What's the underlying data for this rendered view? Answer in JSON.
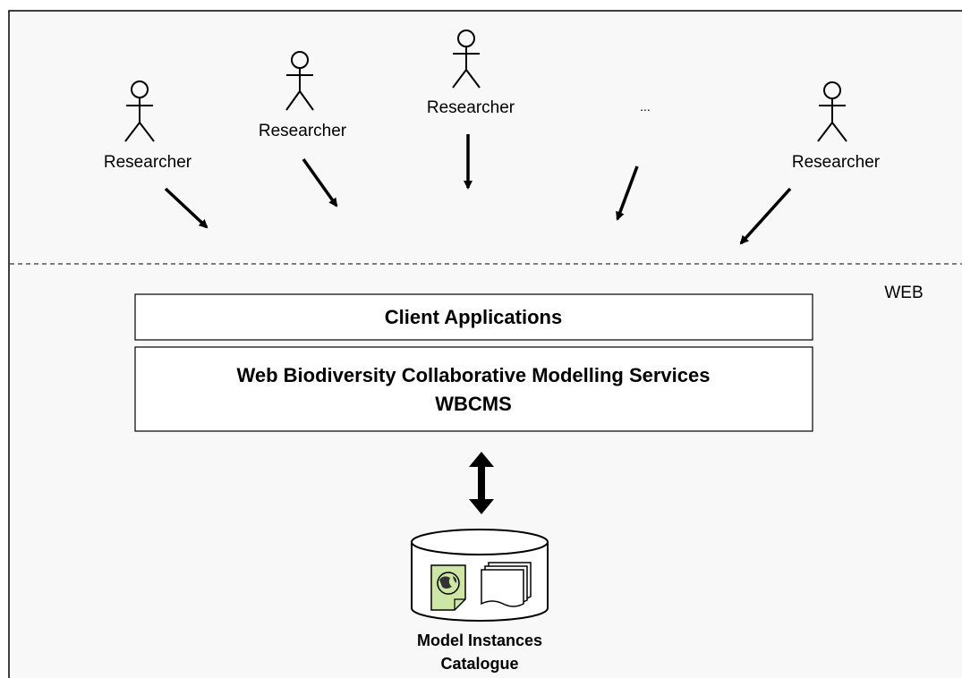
{
  "actors": [
    {
      "label": "Researcher"
    },
    {
      "label": "Researcher"
    },
    {
      "label": "Researcher"
    },
    {
      "label": "..."
    },
    {
      "label": "Researcher"
    }
  ],
  "web_label": "WEB",
  "client_box": {
    "label": "Client Applications"
  },
  "services_box": {
    "line1": "Web Biodiversity Collaborative Modelling Services",
    "line2": "WBCMS"
  },
  "catalogue": {
    "line1": "Model Instances",
    "line2": "Catalogue"
  },
  "colors": {
    "background": "#ffffff",
    "panel": "#f8f8f8",
    "stroke": "#000000",
    "map_fill": "#cde6a6",
    "dashed_line": "#555555"
  }
}
